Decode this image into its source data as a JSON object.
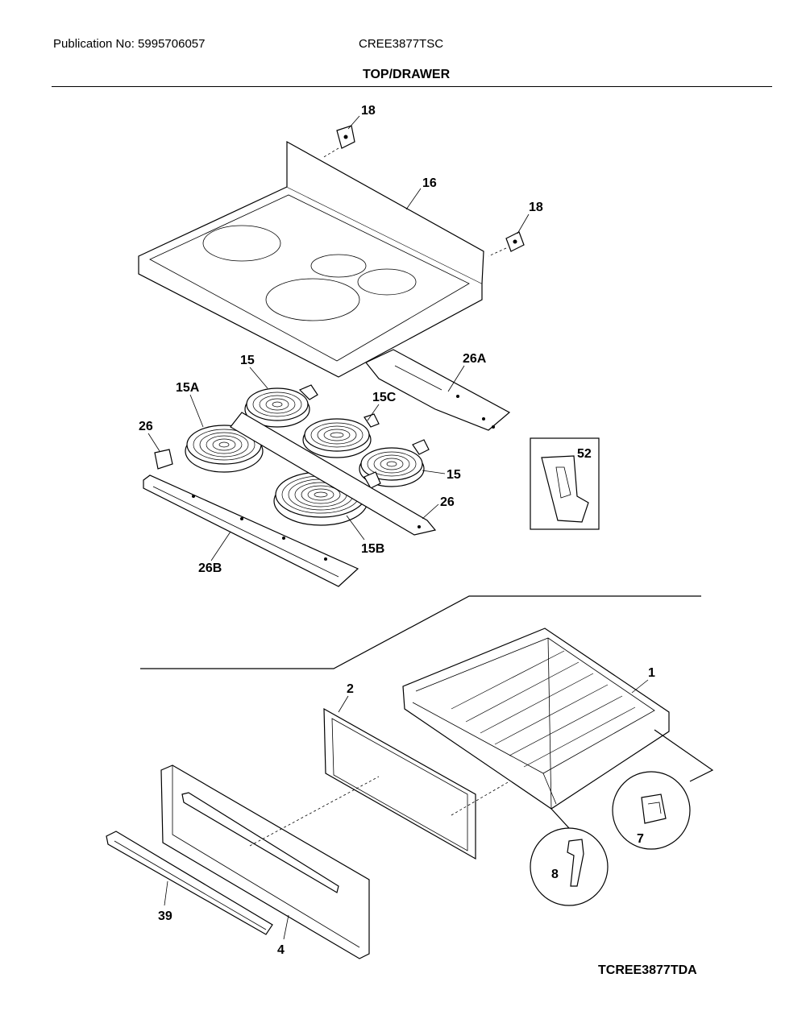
{
  "header": {
    "publication": "Publication No: 5995706057",
    "model": "CREE3877TSC",
    "section_title": "TOP/DRAWER"
  },
  "footer": {
    "drawing_code": "TCREE3877TDA"
  },
  "part_labels": {
    "p18a": "18",
    "p16": "16",
    "p18b": "18",
    "p26A": "26A",
    "p15a": "15",
    "p15A": "15A",
    "p15C": "15C",
    "p26a": "26",
    "p15b": "15",
    "p26b": "26",
    "p15B": "15B",
    "p26B": "26B",
    "p52": "52",
    "p1": "1",
    "p2": "2",
    "p7": "7",
    "p8": "8",
    "p39": "39",
    "p4": "4"
  }
}
